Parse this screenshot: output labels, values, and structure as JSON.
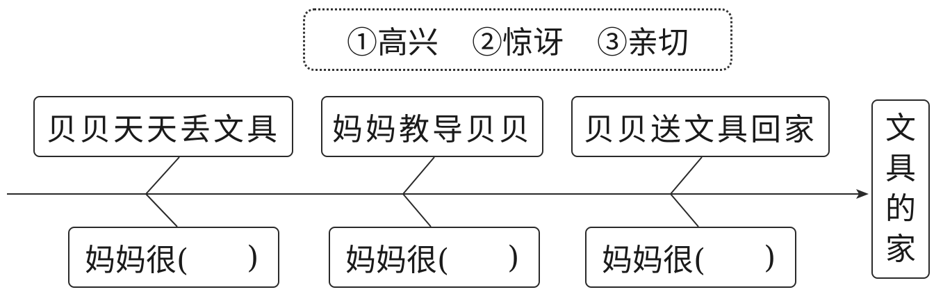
{
  "options": [
    {
      "num": "①",
      "label": "高兴"
    },
    {
      "num": "②",
      "label": "惊讶"
    },
    {
      "num": "③",
      "label": "亲切"
    }
  ],
  "events": [
    "贝贝天天丢文具",
    "妈妈教导贝贝",
    "贝贝送文具回家"
  ],
  "feelings": [
    {
      "prefix": "妈妈很(",
      "suffix": ")"
    },
    {
      "prefix": "妈妈很(",
      "suffix": ")"
    },
    {
      "prefix": "妈妈很(",
      "suffix": ")"
    }
  ],
  "end_label": [
    "文",
    "具",
    "的",
    "家"
  ]
}
